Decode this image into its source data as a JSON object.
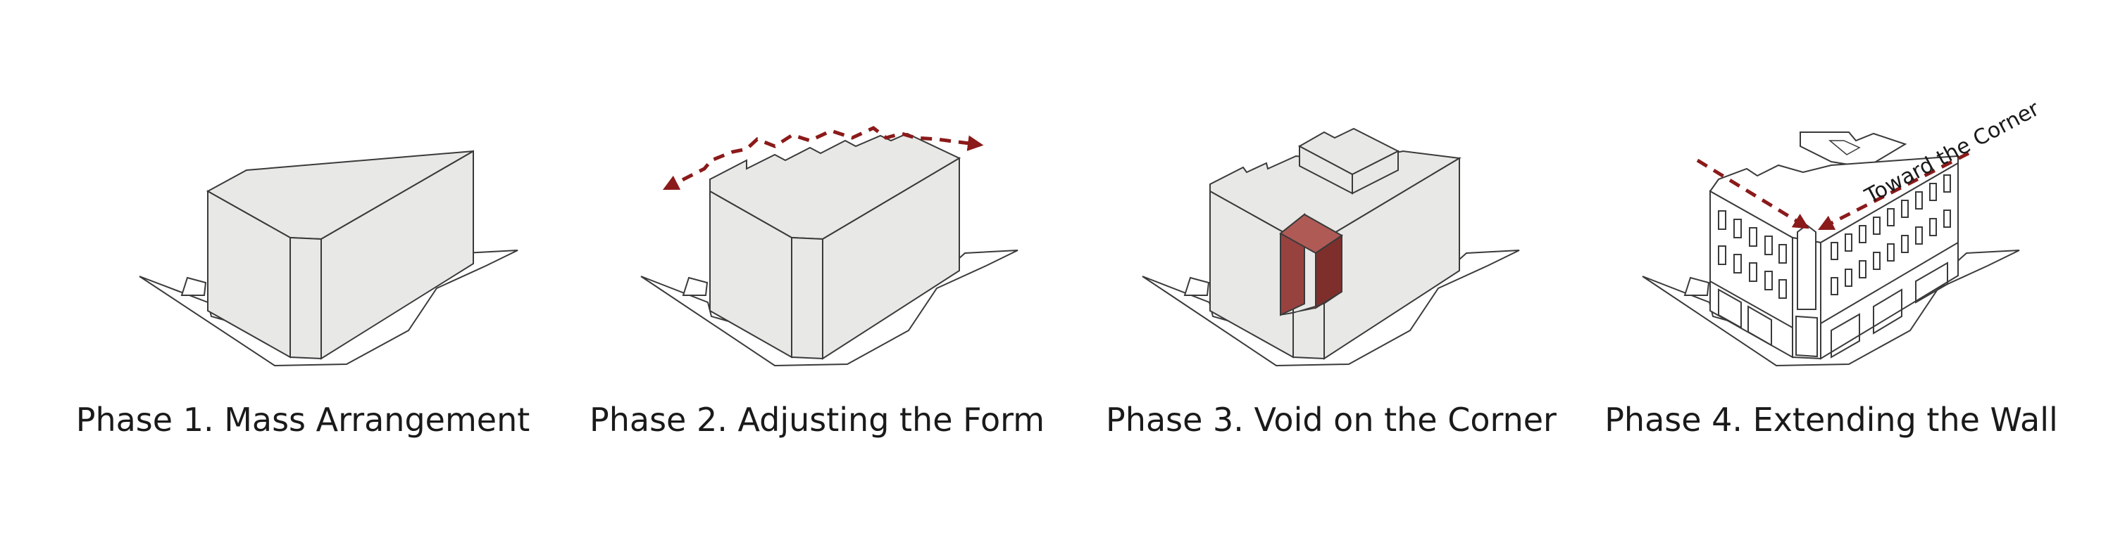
{
  "phases": [
    {
      "caption": "Phase 1. Mass Arrangement"
    },
    {
      "caption": "Phase 2. Adjusting the Form"
    },
    {
      "caption": "Phase 3. Void on the Corner"
    },
    {
      "caption": "Phase 4. Extending the Wall",
      "annotation": "Toward the Corner"
    }
  ],
  "colors": {
    "massFill": "#e8e8e6",
    "line": "#3a3a3a",
    "accent": "#8b1a1a",
    "voidFill": "#97423f"
  }
}
